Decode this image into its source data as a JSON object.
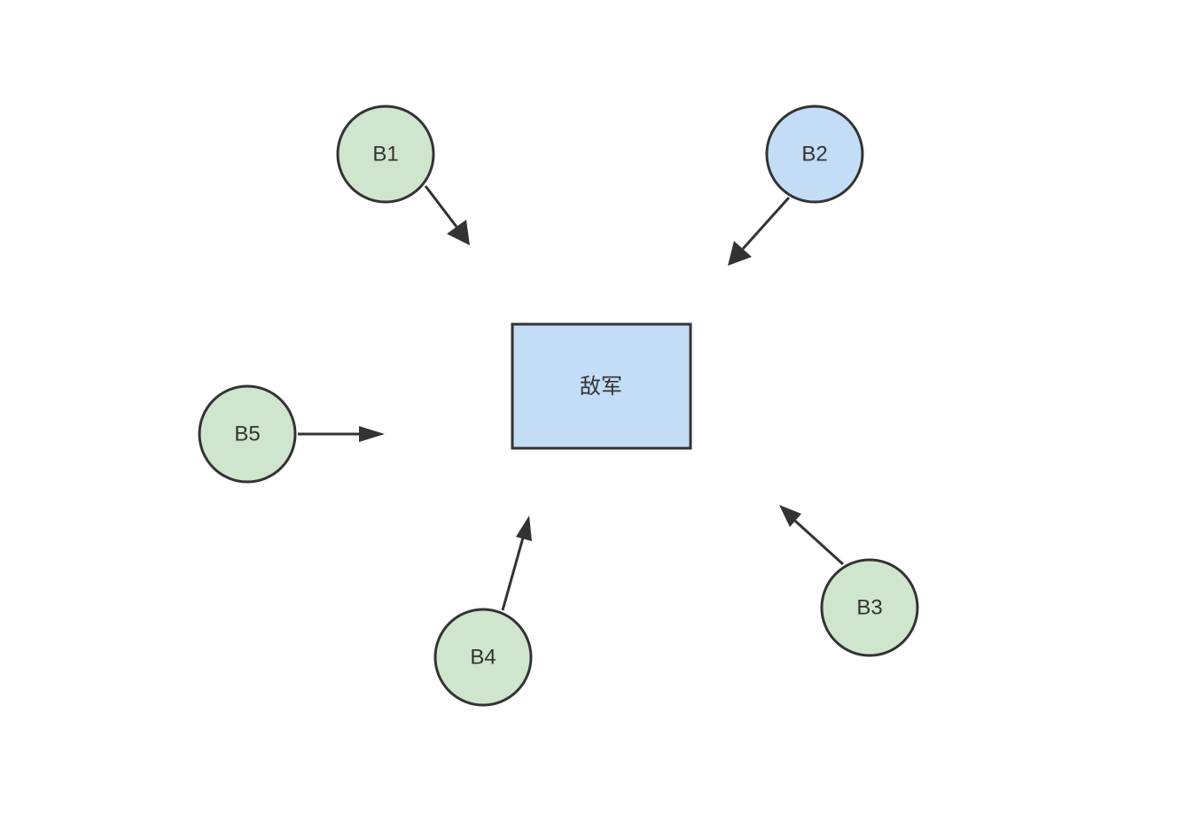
{
  "diagram": {
    "enemy": {
      "label": "敌军",
      "fill": "#c4ddf6",
      "stroke": "#333333"
    },
    "nodes": [
      {
        "id": "B1",
        "label": "B1",
        "fill": "#cfe5cd"
      },
      {
        "id": "B2",
        "label": "B2",
        "fill": "#c4ddf6"
      },
      {
        "id": "B3",
        "label": "B3",
        "fill": "#cfe5cd"
      },
      {
        "id": "B4",
        "label": "B4",
        "fill": "#cfe5cd"
      },
      {
        "id": "B5",
        "label": "B5",
        "fill": "#cfe5cd"
      }
    ],
    "edges": [
      {
        "from": "B1",
        "to": "enemy"
      },
      {
        "from": "B2",
        "to": "enemy"
      },
      {
        "from": "B3",
        "to": "enemy"
      },
      {
        "from": "B4",
        "to": "enemy"
      },
      {
        "from": "B5",
        "to": "enemy"
      }
    ],
    "stroke_color": "#333333"
  }
}
